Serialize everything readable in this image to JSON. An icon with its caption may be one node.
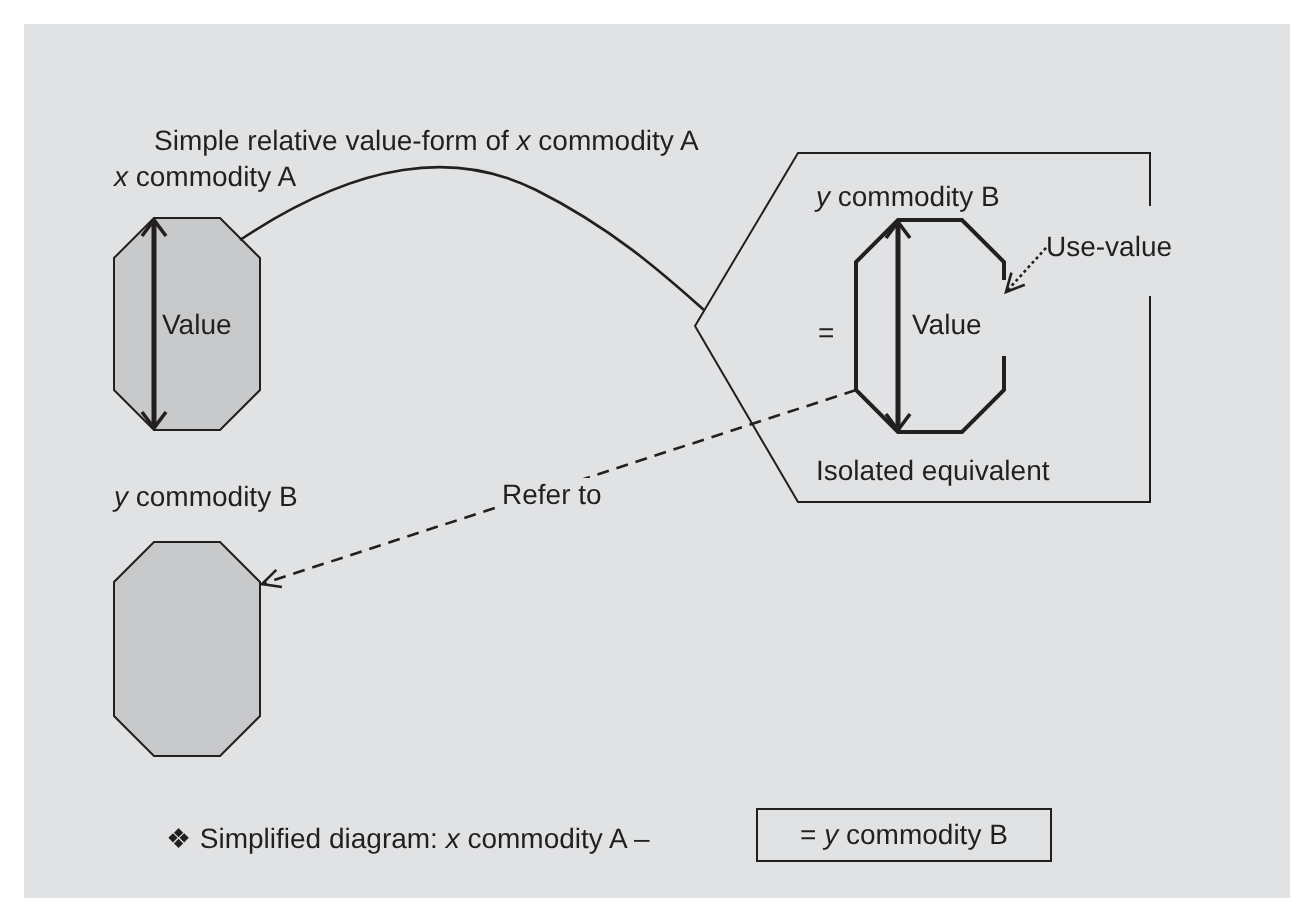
{
  "diagram": {
    "title": "Simple relative value-form of *x* commodity A",
    "nodes": [
      {
        "text": [
          "*x* commodity A",
          "Value"
        ]
      },
      {
        "text": [
          "Isolated equivalent"
        ]
      },
      {
        "text": [
          "*y* commodity B",
          "Value"
        ],
        "in": 1
      },
      {
        "text": [
          "Use-value"
        ]
      },
      {
        "text": [
          "*y* commodity B"
        ]
      },
      {
        "text": [
          "= *y* commodity B"
        ]
      }
    ],
    "edges": [
      {
        "from": 0,
        "to": 1,
        "arrow": "none"
      },
      {
        "from": 3,
        "to": 2,
        "arrow": "to",
        "style": "dashed"
      },
      {
        "from": 2,
        "to": 4,
        "arrow": "to",
        "style": "dashed",
        "label": "Refer to"
      }
    ],
    "labels": [
      "=",
      "❖ Simplified diagram: *x* commodity A –"
    ]
  }
}
